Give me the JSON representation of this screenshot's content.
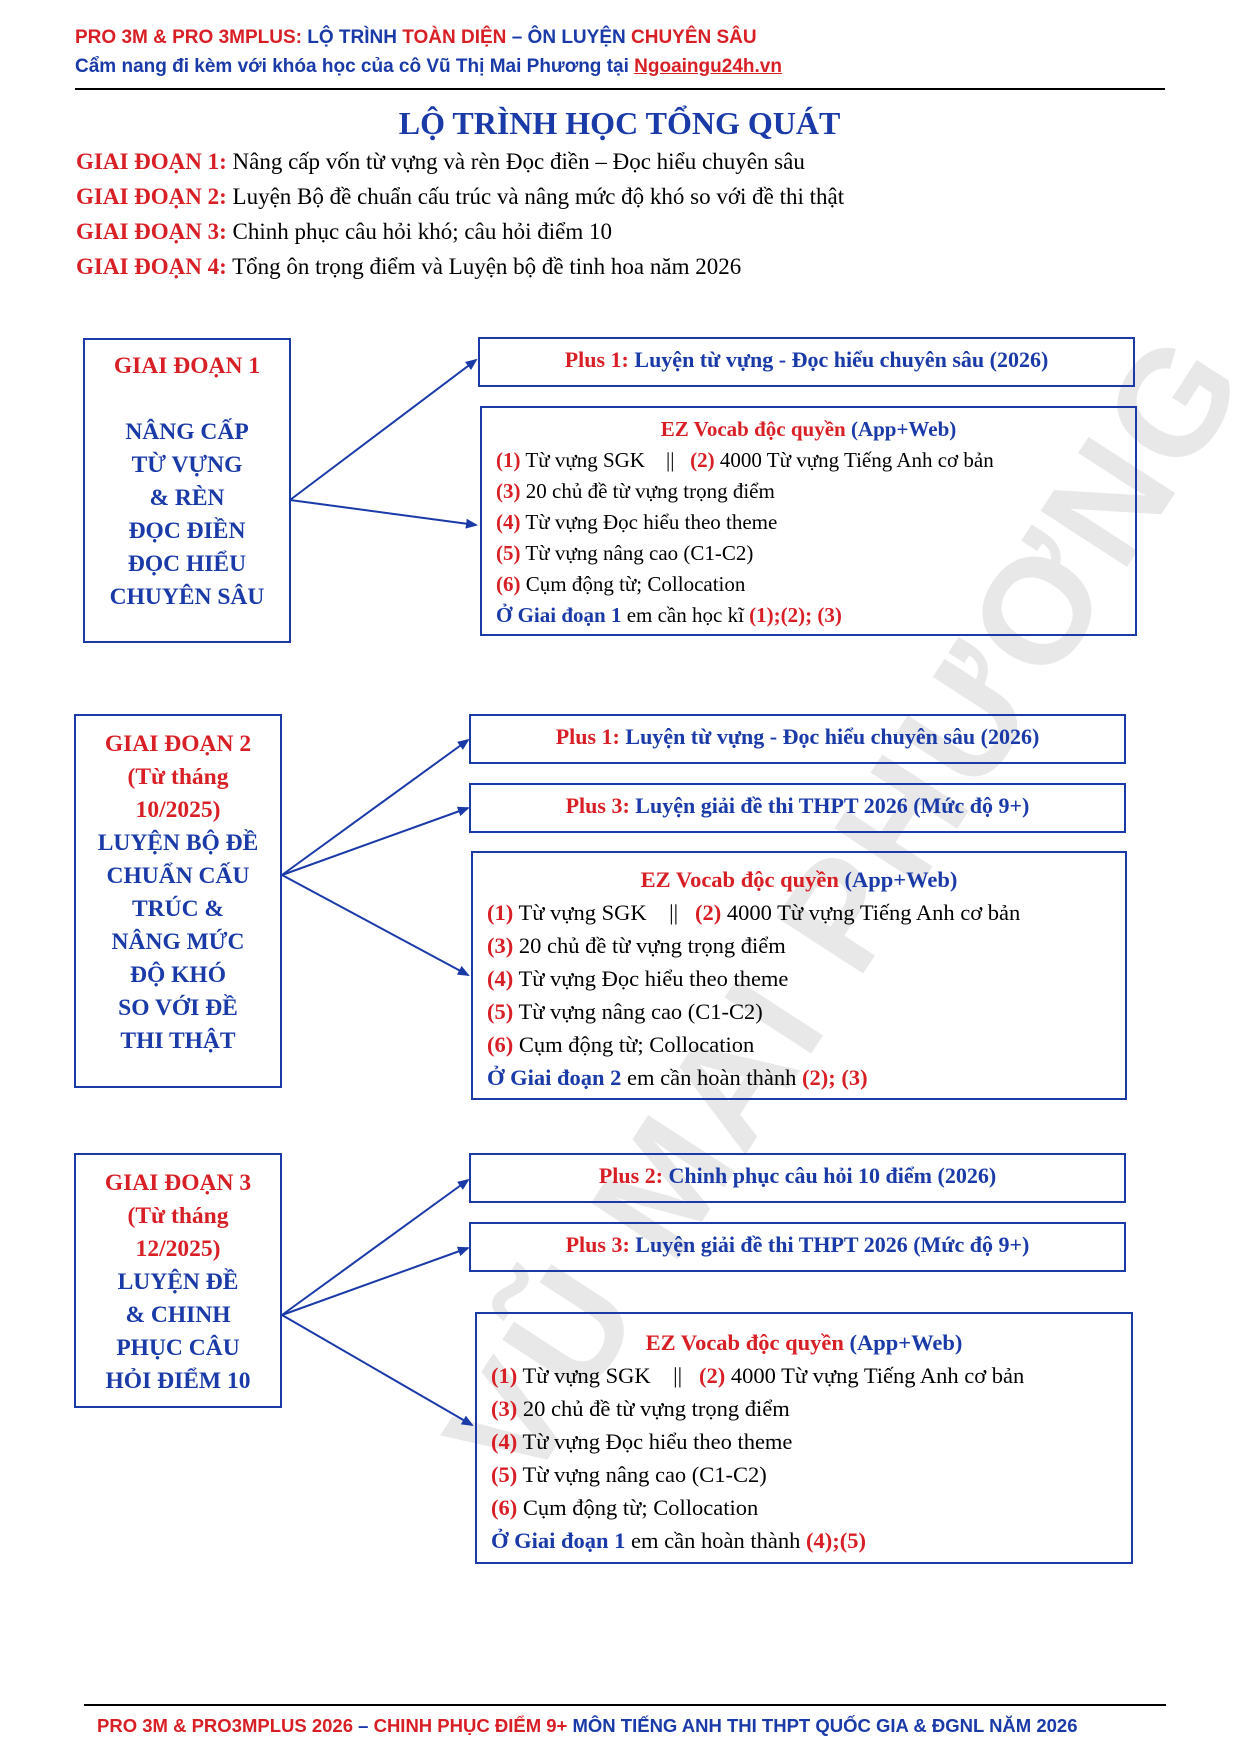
{
  "header": {
    "line1": [
      {
        "text": "PRO 3M & PRO 3MPLUS: ",
        "c": "red"
      },
      {
        "text": "LỘ TRÌNH ",
        "c": "blue"
      },
      {
        "text": "TOÀN DIỆN",
        "c": "red"
      },
      {
        "text": " – ",
        "c": "blue"
      },
      {
        "text": "ÔN LUYỆN ",
        "c": "blue"
      },
      {
        "text": "CHUYÊN SÂU",
        "c": "red"
      }
    ],
    "line2_text": "Cẩm nang đi kèm với khóa học của cô Vũ Thị Mai Phương tại ",
    "line2_link": "Ngoaingu24h.vn"
  },
  "title": "LỘ TRÌNH HỌC TỔNG QUÁT",
  "phases": [
    {
      "label": "GIAI ĐOẠN 1:",
      "text": " Nâng cấp vốn từ vựng và rèn Đọc điền – Đọc hiểu chuyên sâu"
    },
    {
      "label": "GIAI ĐOẠN 2:",
      "text": " Luyện Bộ đề chuẩn cấu trúc và nâng mức độ khó so với đề thi thật"
    },
    {
      "label": "GIAI ĐOẠN 3:",
      "text": " Chinh phục câu hỏi khó; câu hỏi điểm 10"
    },
    {
      "label": "GIAI ĐOẠN 4:",
      "text": " Tổng ôn trọng điểm và Luyện bộ đề tinh hoa năm 2026"
    }
  ],
  "stage1": {
    "label": "GIAI ĐOẠN 1",
    "lines": [
      "NÂNG CẤP",
      "TỪ VỰNG",
      "& RÈN",
      "ĐỌC ĐIỀN",
      "ĐỌC HIỂU",
      "CHUYÊN SÂU"
    ],
    "plus1": {
      "label": "Plus 1:",
      "text": " Luyện từ vựng - Đọc hiểu chuyên sâu (2026)"
    }
  },
  "stage2": {
    "label": "GIAI ĐOẠN 2",
    "red_lines": [
      "(Từ tháng",
      "10/2025)"
    ],
    "lines": [
      "LUYỆN BỘ ĐỀ",
      "CHUẨN CẤU",
      "TRÚC &",
      "NÂNG MỨC",
      "ĐỘ KHÓ",
      "SO VỚI ĐỀ",
      "THI THẬT"
    ],
    "plus1": {
      "label": "Plus 1:",
      "text": " Luyện từ vựng - Đọc hiểu chuyên sâu (2026)"
    },
    "plus3": {
      "label": "Plus 3:",
      "text": " Luyện giải đề thi THPT 2026 (Mức độ 9+)"
    }
  },
  "stage3": {
    "label": "GIAI ĐOẠN 3",
    "red_lines": [
      "(Từ tháng",
      "12/2025)"
    ],
    "lines": [
      "LUYỆN ĐỀ",
      "& CHINH",
      "PHỤC CÂU",
      "HỎI ĐIỂM 10"
    ],
    "plus2": {
      "label": "Plus 2:",
      "text": " Chinh phục câu hỏi 10 điểm (2026)"
    },
    "plus3": {
      "label": "Plus 3:",
      "text": " Luyện giải đề thi THPT 2026 (Mức độ 9+)"
    }
  },
  "ez_title": {
    "bold": "EZ Vocab độc quyền",
    "rest": " (App+Web)"
  },
  "ez_items": {
    "n1": "(1)",
    "i1": " Từ vựng SGK",
    "sep": "||",
    "n2": "(2)",
    "i2": " 4000 Từ vựng Tiếng Anh cơ bản",
    "n3": "(3)",
    "i3": " 20 chủ đề từ vựng trọng điểm",
    "n4": "(4)",
    "i4": " Từ vựng Đọc hiểu theo theme",
    "n5": "(5)",
    "i5": " Từ vựng nâng cao (C1-C2)",
    "n6": "(6)",
    "i6": " Cụm động từ; Collocation"
  },
  "ez_notes": [
    {
      "lead": "Ở Giai đoạn 1",
      "mid": " em cần học kĩ ",
      "nums": "(1);(2); (3)"
    },
    {
      "lead": "Ở Giai đoạn 2",
      "mid": " em cần hoàn thành ",
      "nums": "(2); (3)"
    },
    {
      "lead": "Ở Giai đoạn 1",
      "mid": " em cần hoàn thành ",
      "nums": "(4);(5)"
    }
  ],
  "watermark": "VŨ MAI PHƯƠNG",
  "footer": [
    {
      "text": "PRO 3M & PRO3MPLUS 2026",
      "c": "red"
    },
    {
      "text": " – ",
      "c": "blue"
    },
    {
      "text": "CHINH PHỤC ĐIỂM 9+",
      "c": "red"
    },
    {
      "text": " MÔN TIẾNG ANH THI THPT QUỐC GIA & ĐGNL NĂM 2026",
      "c": "blue"
    }
  ]
}
